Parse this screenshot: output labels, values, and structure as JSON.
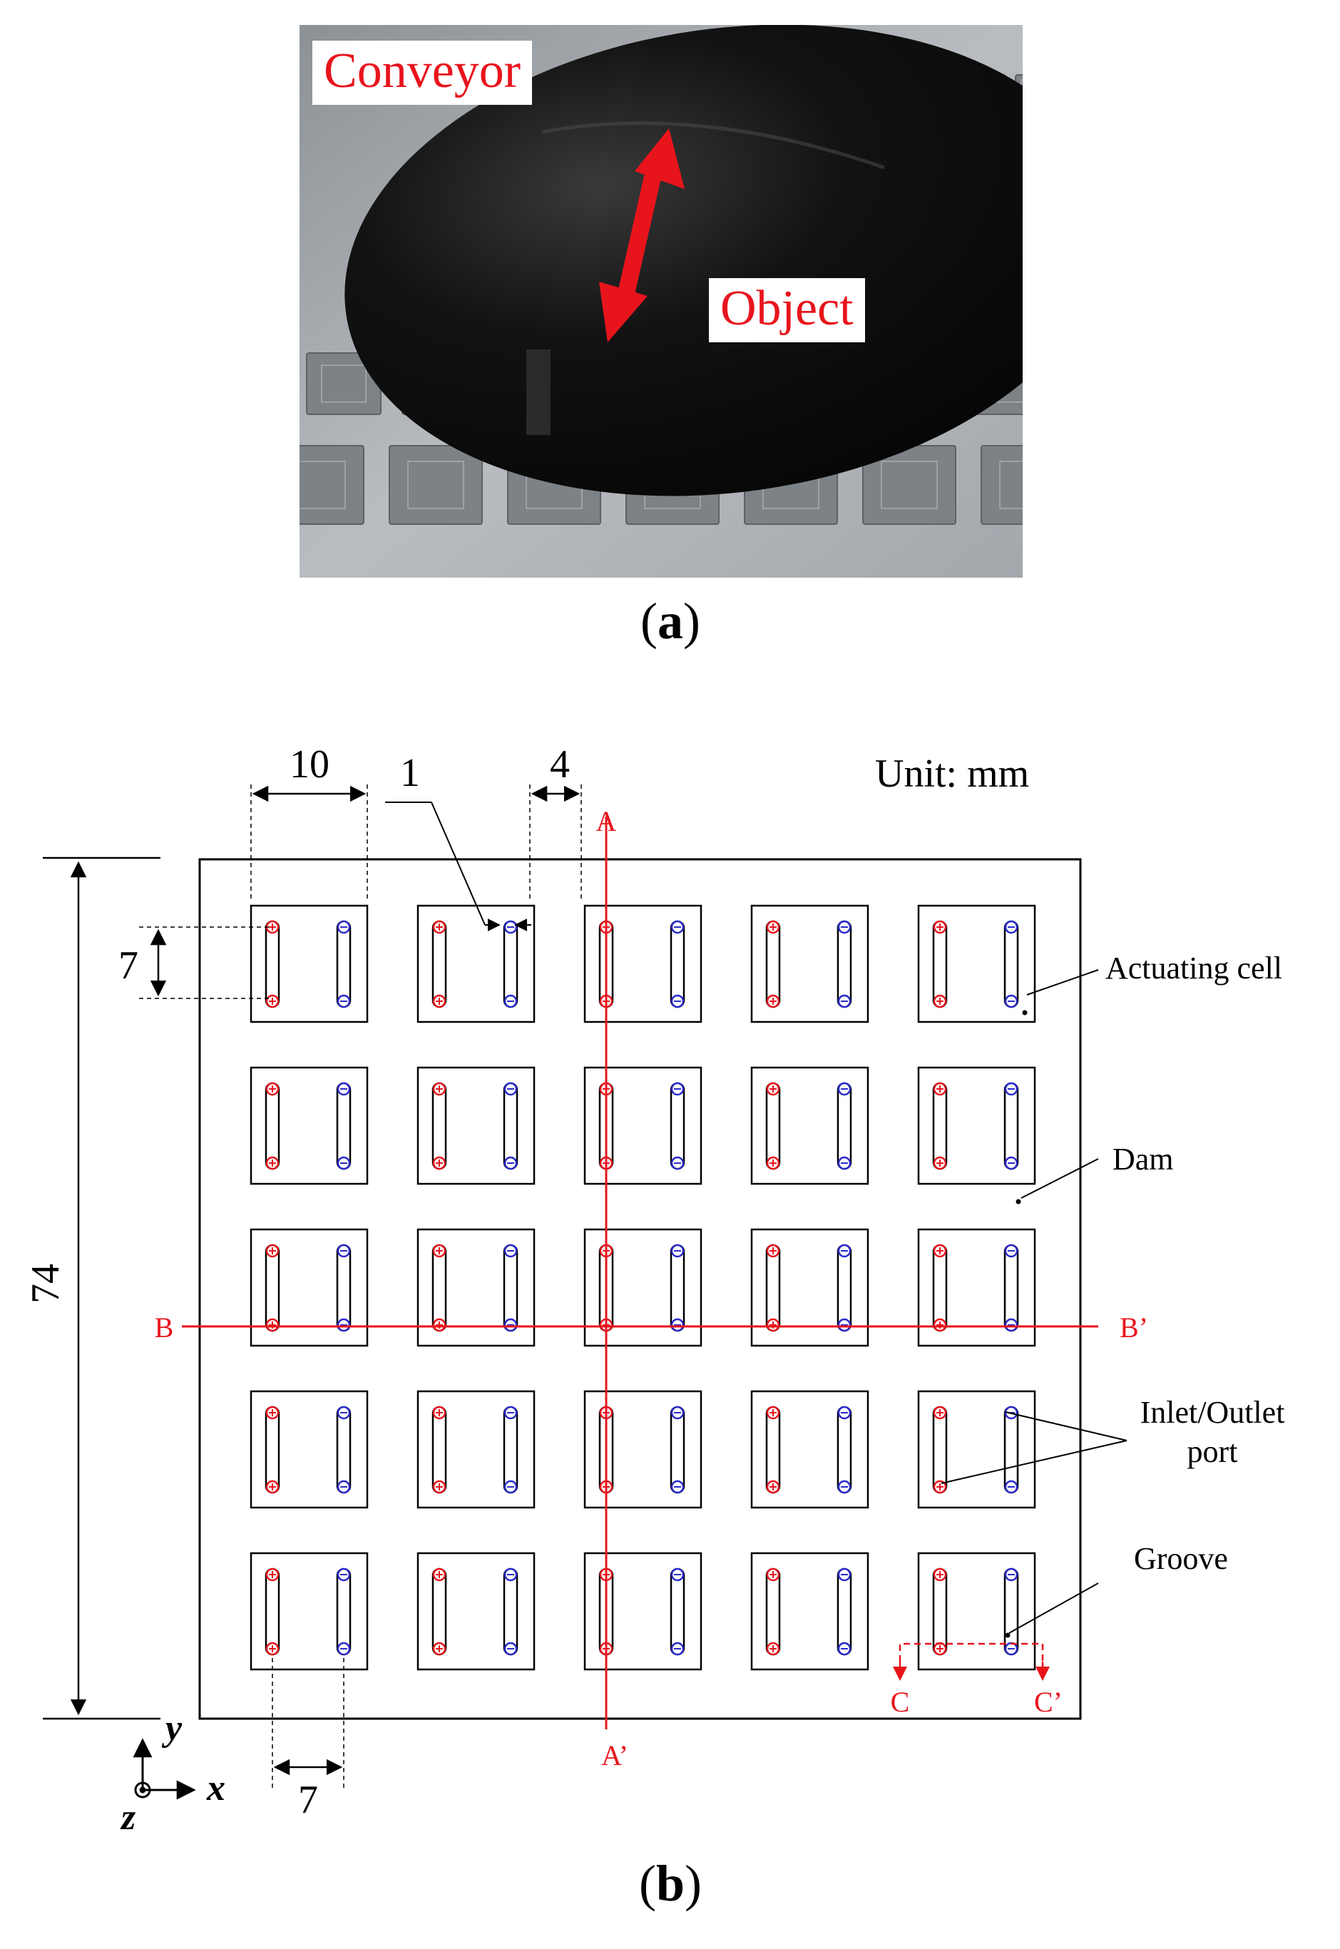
{
  "panel_a": {
    "caption_open": "(",
    "caption_letter": "a",
    "caption_close": ")",
    "label_conveyor": "Conveyor",
    "label_object": "Object"
  },
  "panel_b": {
    "caption_open": "(",
    "caption_letter": "b",
    "caption_close": ")",
    "unit": "Unit: mm",
    "dim_cell_width": "10",
    "dim_groove_width": "1",
    "dim_gap": "4",
    "dim_port_pitch_y": "7",
    "dim_total_height": "74",
    "dim_port_pitch_x": "7",
    "callout_actuating_cell": "Actuating cell",
    "callout_dam": "Dam",
    "callout_inlet_outlet_line1": "Inlet/Outlet",
    "callout_inlet_outlet_line2": "port",
    "callout_groove": "Groove",
    "section_a": "A",
    "section_a_prime": "A’",
    "section_b": "B",
    "section_b_prime": "B’",
    "section_c": "C",
    "section_c_prime": "C’",
    "axis_x": "x",
    "axis_y": "y",
    "axis_z": "z",
    "grid_rows": 5,
    "grid_cols": 5,
    "colors": {
      "section_line": "#e8141c",
      "inlet_port": "#e8141c",
      "outlet_port": "#2a2acb",
      "outline": "#000000"
    }
  }
}
